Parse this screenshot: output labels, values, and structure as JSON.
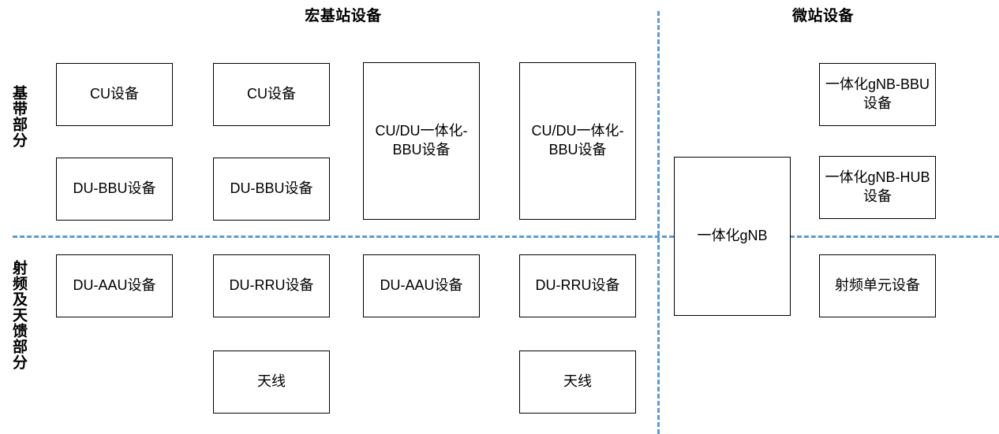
{
  "diagram": {
    "title_macro": "宏基站设备",
    "title_micro": "微站设备",
    "row_labels": {
      "baseband": "基带部分",
      "rf": "射频及天馈部分"
    },
    "colors": {
      "divider": "#5B9BD5",
      "box_border": "#000000",
      "background": "#ffffff",
      "text": "#000000"
    },
    "boxes": {
      "col1_cu": "CU设备",
      "col1_du_bbu": "DU-BBU设备",
      "col1_du_aau": "DU-AAU设备",
      "col2_cu": "CU设备",
      "col2_du_bbu": "DU-BBU设备",
      "col2_du_rru": "DU-RRU设备",
      "col2_antenna": "天线",
      "col3_cudu_bbu": "CU/DU一体化-BBU设备",
      "col3_du_aau": "DU-AAU设备",
      "col4_cudu_bbu": "CU/DU一体化-BBU设备",
      "col4_du_rru": "DU-RRU设备",
      "col4_antenna": "天线",
      "micro_gnb": "一体化gNB",
      "micro_gnb_bbu": "一体化gNB-BBU设备",
      "micro_gnb_hub": "一体化gNB-HUB设备",
      "micro_rf_unit": "射频单元设备"
    }
  }
}
